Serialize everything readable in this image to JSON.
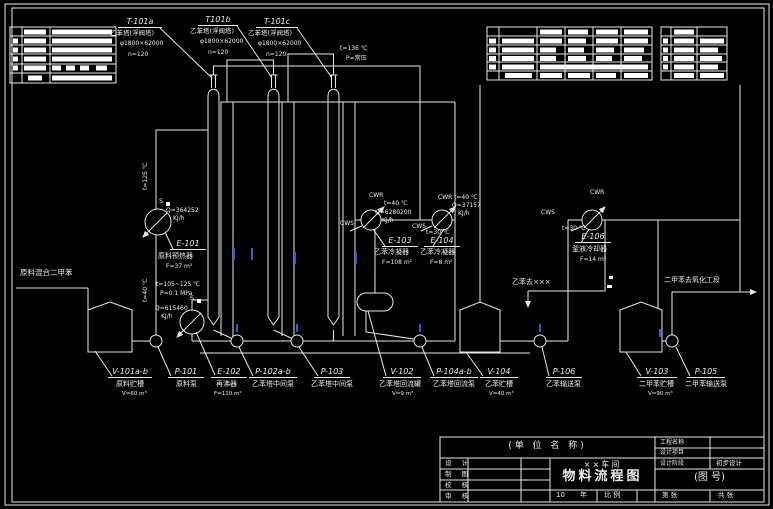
{
  "palette": {
    "background": "#000000",
    "line": "#e8e8e8",
    "text": "#ececec",
    "table_fill": "#ffffff",
    "artifact_blue": "#4055e0"
  },
  "top_labels": {
    "a": {
      "tag": "T-101a",
      "name": "乙苯塔(浮阀塔)",
      "size": "φ1800×62000",
      "trays": "n=120"
    },
    "b": {
      "tag": "T101b",
      "name": "乙苯塔(浮阀塔)",
      "size": "φ1800×62000",
      "trays": "n=120"
    },
    "c": {
      "tag": "T-101c",
      "name": "乙苯塔(浮阀塔)",
      "size": "φ1800×62000",
      "trays": "n=120"
    }
  },
  "overhead": {
    "t": "t=136 ℃",
    "p": "P=常压"
  },
  "feed": {
    "source": "原料混合二甲苯",
    "hot_note": "t=125 ℃",
    "cold_note": "t=40 ℃"
  },
  "exchangers": {
    "e101": {
      "tag": "E-101",
      "name": "原料预热器",
      "area": "F=37 m²",
      "q": "Q=364252",
      "q_unit": "KJ/h",
      "steam": "S",
      "t_note": "t=105~125 ℃",
      "p_note": "P=0.1 MPa"
    },
    "e102": {
      "tag": "E-102",
      "name": "再沸器",
      "area": "F=110 m²",
      "q": "Q=615460",
      "q_unit": "KJ/h",
      "steam": "S"
    },
    "e103": {
      "tag": "E-103",
      "name": "乙苯冷凝器",
      "area": "F=108 m²",
      "q": "Q=6280200",
      "q_unit": "KJ/h",
      "cws": "CWS",
      "cwr": "CWR",
      "t_out": "t=40 ℃"
    },
    "e104": {
      "tag": "E-104",
      "name": "乙苯冷凝器",
      "area": "F=8 m²",
      "q": "Q=37157",
      "q_unit": "KJ/h",
      "cws": "CWS",
      "cwr": "CWR",
      "t_out": "t=40 ℃",
      "t_in": "t=30 ℃"
    },
    "e106": {
      "tag": "E-106",
      "name": "釜液冷却器",
      "area": "F=14 m²",
      "cws": "CWS",
      "cwr": "CWR",
      "t_in": "t=30 ℃"
    }
  },
  "vessels": {
    "v101": {
      "tag": "V-101a-b",
      "name": "原料贮槽",
      "size": "V=60 m³"
    },
    "v102": {
      "tag": "V-102",
      "name": "乙苯塔回流罐",
      "size": "V=9 m³"
    },
    "v104": {
      "tag": "V-104",
      "name": "乙苯贮槽",
      "size": "V=40 m³"
    },
    "v103": {
      "tag": "V-103",
      "name": "二甲苯贮槽",
      "size": "V=90 m³"
    }
  },
  "pumps": {
    "p101": {
      "tag": "P-101",
      "name": "原料泵"
    },
    "p102": {
      "tag": "P-102a-b",
      "name": "乙苯塔中间泵"
    },
    "p103": {
      "tag": "P-103",
      "name": "乙苯塔中间泵"
    },
    "p104": {
      "tag": "P-104a-b",
      "name": "乙苯塔回流泵"
    },
    "p106": {
      "tag": "P-106",
      "name": "乙苯输送泵"
    },
    "p105": {
      "tag": "P-105",
      "name": "二甲苯输送泵"
    }
  },
  "streams": {
    "eb_out": "乙苯去×××",
    "xylene_out": "二甲苯去氧化工段"
  },
  "title_block": {
    "company": "(单 位 名 称)",
    "sign_rows": [
      "设 计",
      "制 图",
      "校 核",
      "审 核"
    ],
    "dept": "××车间",
    "drawing_title": "物料流程图",
    "year": "10",
    "year_label": "年",
    "scale_label": "比 例",
    "project_label": "工程名称",
    "item_label": "设计项目",
    "stage_label": "设计阶段",
    "stage_value": "初步设计",
    "drawing_no": "(图  号)",
    "sheet_label": "第    张",
    "total_label": "共    张"
  }
}
